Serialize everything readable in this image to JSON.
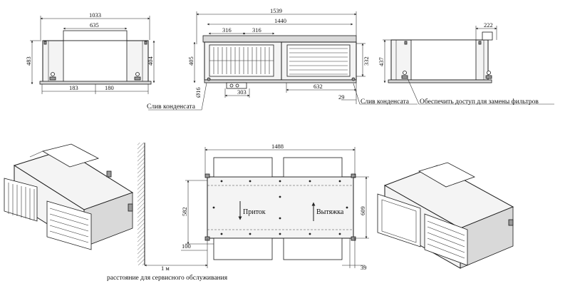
{
  "dimensions": {
    "front_total_width": "1033",
    "front_top_width": "635",
    "front_height_left": "483",
    "front_height_right": "404",
    "front_bottom_left": "183",
    "front_bottom_right": "180",
    "main_total_width": "1539",
    "main_inner_width": "1440",
    "main_left_section": "316",
    "main_right_section": "316",
    "main_height_left": "405",
    "main_height_right": "332",
    "main_bottom_mid": "303",
    "main_bottom_right": "632",
    "main_pipe_dia": "Ø16",
    "main_offset": "29",
    "side_top_width": "222",
    "side_height": "437",
    "plan_total_width": "1488",
    "plan_left_height": "582",
    "plan_right_height": "609",
    "plan_bottom_left": "100",
    "plan_bottom_right": "39",
    "service_distance": "1 м"
  },
  "labels": {
    "condensate_drain_1": "Слив конденсата",
    "condensate_drain_2": "Слив конденсата",
    "filter_access": "Обеспечить доступ для замены фильтров",
    "supply": "Приток",
    "exhaust": "Вытяжка",
    "service_distance_note": "расстояние для сервисного обслуживания"
  }
}
